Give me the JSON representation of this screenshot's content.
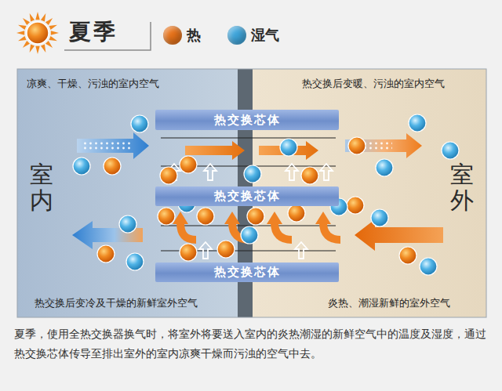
{
  "diagram": {
    "title": "夏季",
    "caption": "夏季，使用全热交换器换气时，将室外将要送入室内的炎热潮湿的新鲜空气中的温度及湿度，通过热交换芯体传导至排出室外的室内凉爽干燥而污浊的空气中去。",
    "nodes": [
      {
        "text": [
          "凉爽、干燥、污浊的室内空气",
          "室内",
          "热交换后变冷及干燥的新鲜室外空气"
        ]
      },
      {
        "text": [
          "热交换后变暖、污浊的室内空气",
          "室外",
          "炎热、潮湿新鲜的室外空气"
        ]
      },
      {
        "text": [
          "热交换芯体"
        ]
      },
      {
        "text": [
          "热交换芯体"
        ]
      },
      {
        "text": [
          "热交换芯体"
        ]
      }
    ],
    "legend": [
      {
        "text": "热",
        "color": "#e8731a"
      },
      {
        "text": "湿气",
        "color": "#3fa6dc"
      }
    ]
  }
}
